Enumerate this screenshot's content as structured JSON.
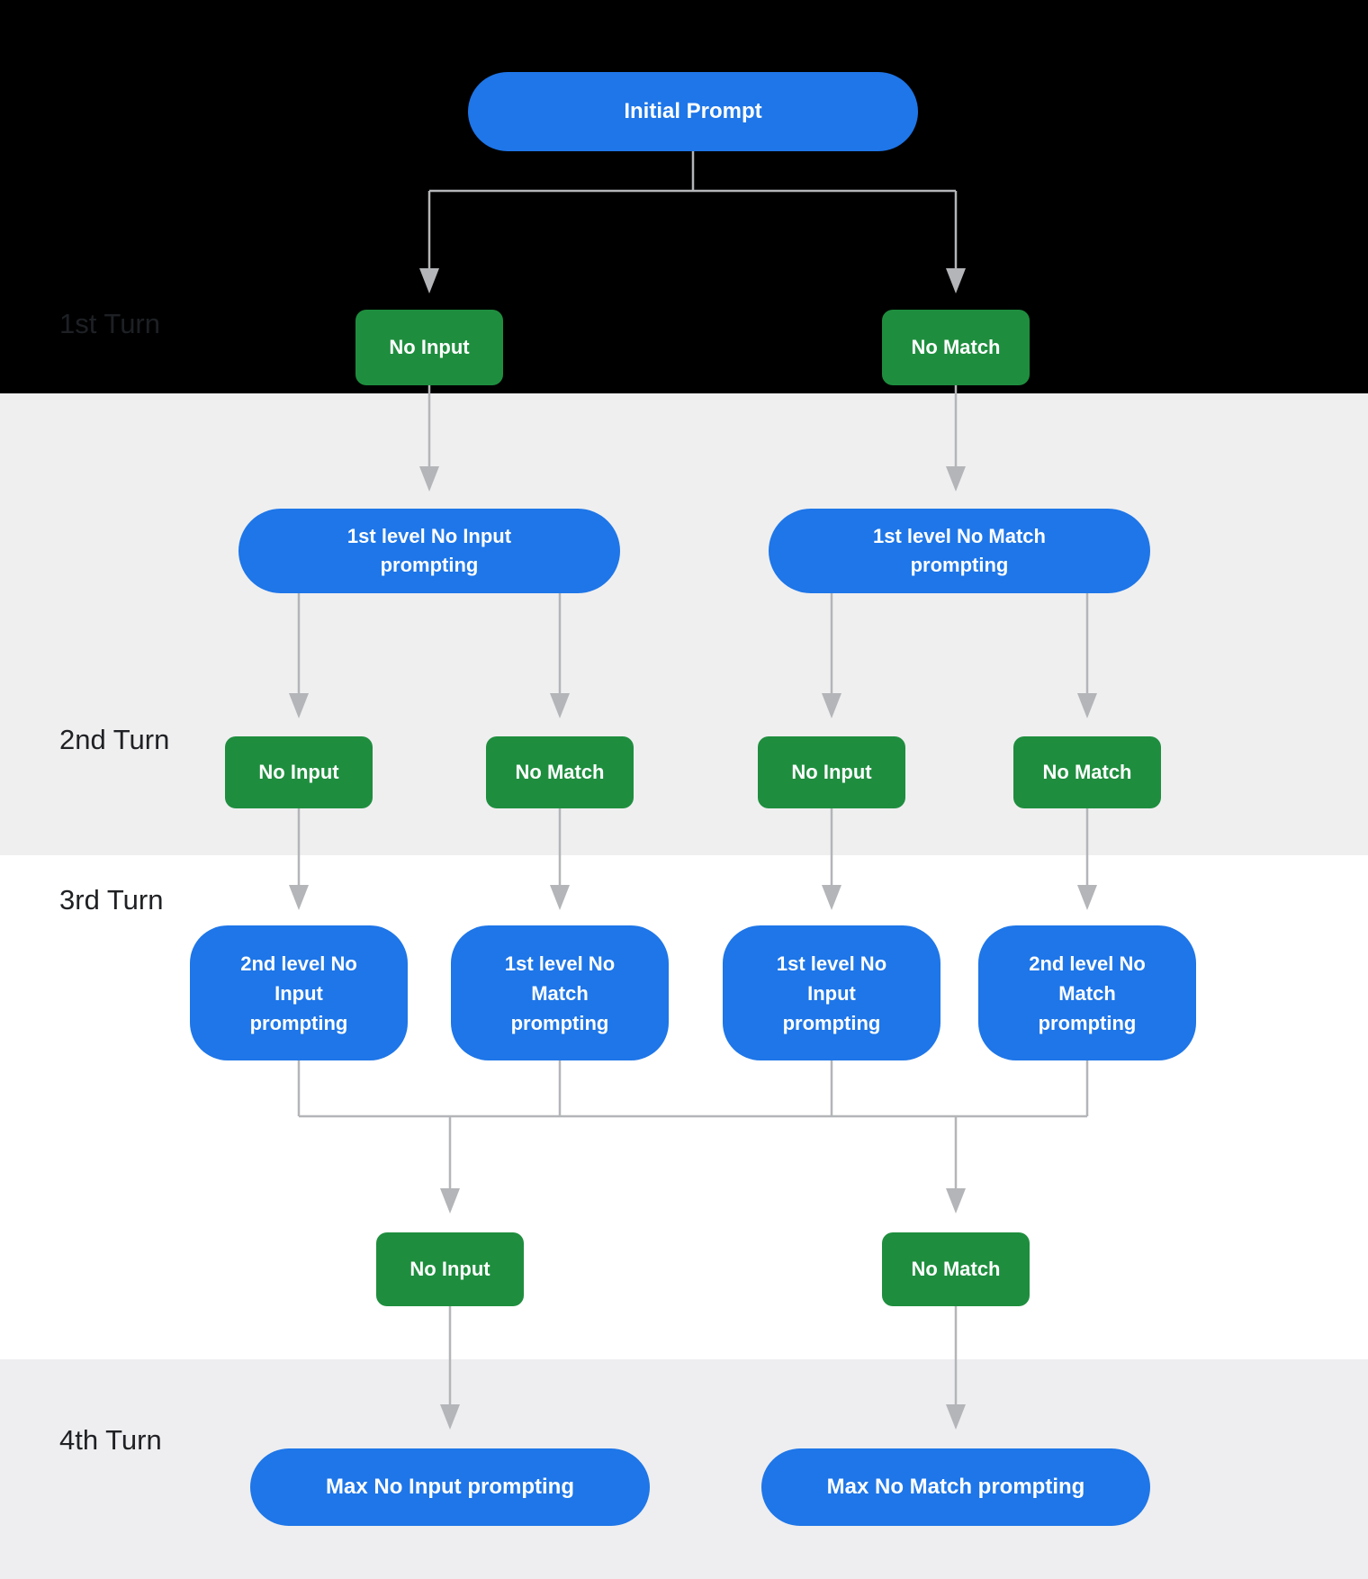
{
  "turn_labels": [
    "1st Turn",
    "2nd Turn",
    "3rd Turn",
    "4th Turn"
  ],
  "nodes": {
    "initial": {
      "label": "Initial Prompt"
    },
    "turn1_events": [
      {
        "label": "No Input"
      },
      {
        "label": "No Match"
      }
    ],
    "turn2_prompts": [
      {
        "label": "1st level No Input\nprompting"
      },
      {
        "label": "1st level No Match\nprompting"
      }
    ],
    "turn2_events": [
      {
        "label": "No Input"
      },
      {
        "label": "No Match"
      },
      {
        "label": "No Input"
      },
      {
        "label": "No Match"
      }
    ],
    "turn3_prompts": [
      {
        "label": "2nd level No\nInput\nprompting"
      },
      {
        "label": "1st level No\nMatch\nprompting"
      },
      {
        "label": "1st level No\nInput\nprompting"
      },
      {
        "label": "2nd level No\nMatch\nprompting"
      }
    ],
    "turn3_events": [
      {
        "label": "No Input"
      },
      {
        "label": "No Match"
      }
    ],
    "turn4_prompts": [
      {
        "label": "Max No Input prompting"
      },
      {
        "label": "Max No Match prompting"
      }
    ]
  },
  "colors": {
    "prompt_blue": "#1e76e8",
    "event_green": "#1e8e3e",
    "connector_gray": "#b3b5b8",
    "band_top": "#000000",
    "band_second": "#efeff0",
    "band_third": "#ffffff",
    "band_bottom": "#eeeef0",
    "label_dark": "#202124",
    "label_on_black": "#1d2024",
    "node_text": "#ffffff"
  }
}
